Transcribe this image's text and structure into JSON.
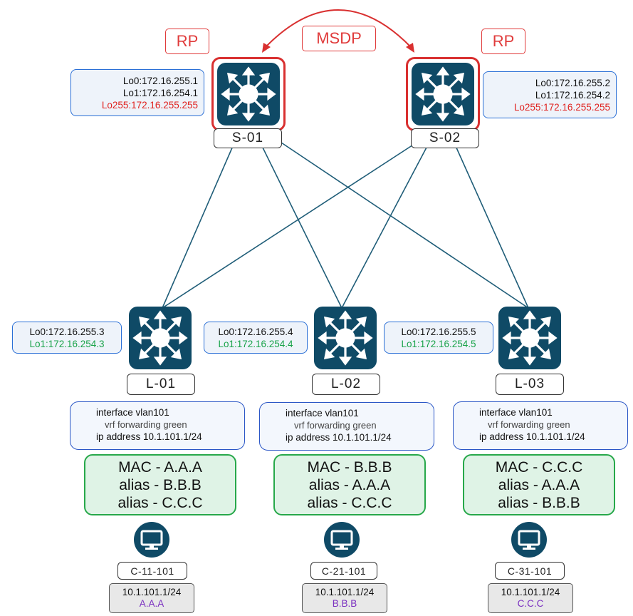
{
  "colors": {
    "accent_red": "#e03b3b",
    "switch_blue": "#0f4a66",
    "link_teal": "#1f5d78",
    "loopback_green": "#1aa34a",
    "mac_green": "#27a84a",
    "alias_purple": "#7a2fc0"
  },
  "labels": {
    "rp": "RP",
    "msdp": "MSDP"
  },
  "spines": [
    {
      "name": "S-01",
      "lo0": "Lo0:172.16.255.1",
      "lo1": "Lo1:172.16.254.1",
      "lo255": "Lo255:172.16.255.255",
      "icon": "switch-icon"
    },
    {
      "name": "S-02",
      "lo0": "Lo0:172.16.255.2",
      "lo1": "Lo1:172.16.254.2",
      "lo255": "Lo255:172.16.255.255",
      "icon": "switch-icon"
    }
  ],
  "leaves": [
    {
      "name": "L-01",
      "lo0": "Lo0:172.16.255.3",
      "lo1": "Lo1:172.16.254.3",
      "icon": "switch-icon",
      "intf": "interface vlan101",
      "vrf": "vrf forwarding green",
      "ip": "ip address 10.1.101.1/24",
      "mac": "MAC - A.A.A",
      "alias1": "alias - B.B.B",
      "alias2": "alias - C.C.C",
      "host": {
        "name": "C-11-101",
        "ip": "10.1.101.1/24",
        "mac": "A.A.A",
        "icon": "monitor-icon"
      }
    },
    {
      "name": "L-02",
      "lo0": "Lo0:172.16.255.4",
      "lo1": "Lo1:172.16.254.4",
      "icon": "switch-icon",
      "intf": "interface vlan101",
      "vrf": "vrf forwarding green",
      "ip": "ip address 10.1.101.1/24",
      "mac": "MAC - B.B.B",
      "alias1": "alias - A.A.A",
      "alias2": "alias - C.C.C",
      "host": {
        "name": "C-21-101",
        "ip": "10.1.101.1/24",
        "mac": "B.B.B",
        "icon": "monitor-icon"
      }
    },
    {
      "name": "L-03",
      "lo0": "Lo0:172.16.255.5",
      "lo1": "Lo1:172.16.254.5",
      "icon": "switch-icon",
      "intf": "interface vlan101",
      "vrf": "vrf forwarding green",
      "ip": "ip address 10.1.101.1/24",
      "mac": "MAC - C.C.C",
      "alias1": "alias - A.A.A",
      "alias2": "alias - B.B.B",
      "host": {
        "name": "C-31-101",
        "ip": "10.1.101.1/24",
        "mac": "C.C.C",
        "icon": "monitor-icon"
      }
    }
  ]
}
